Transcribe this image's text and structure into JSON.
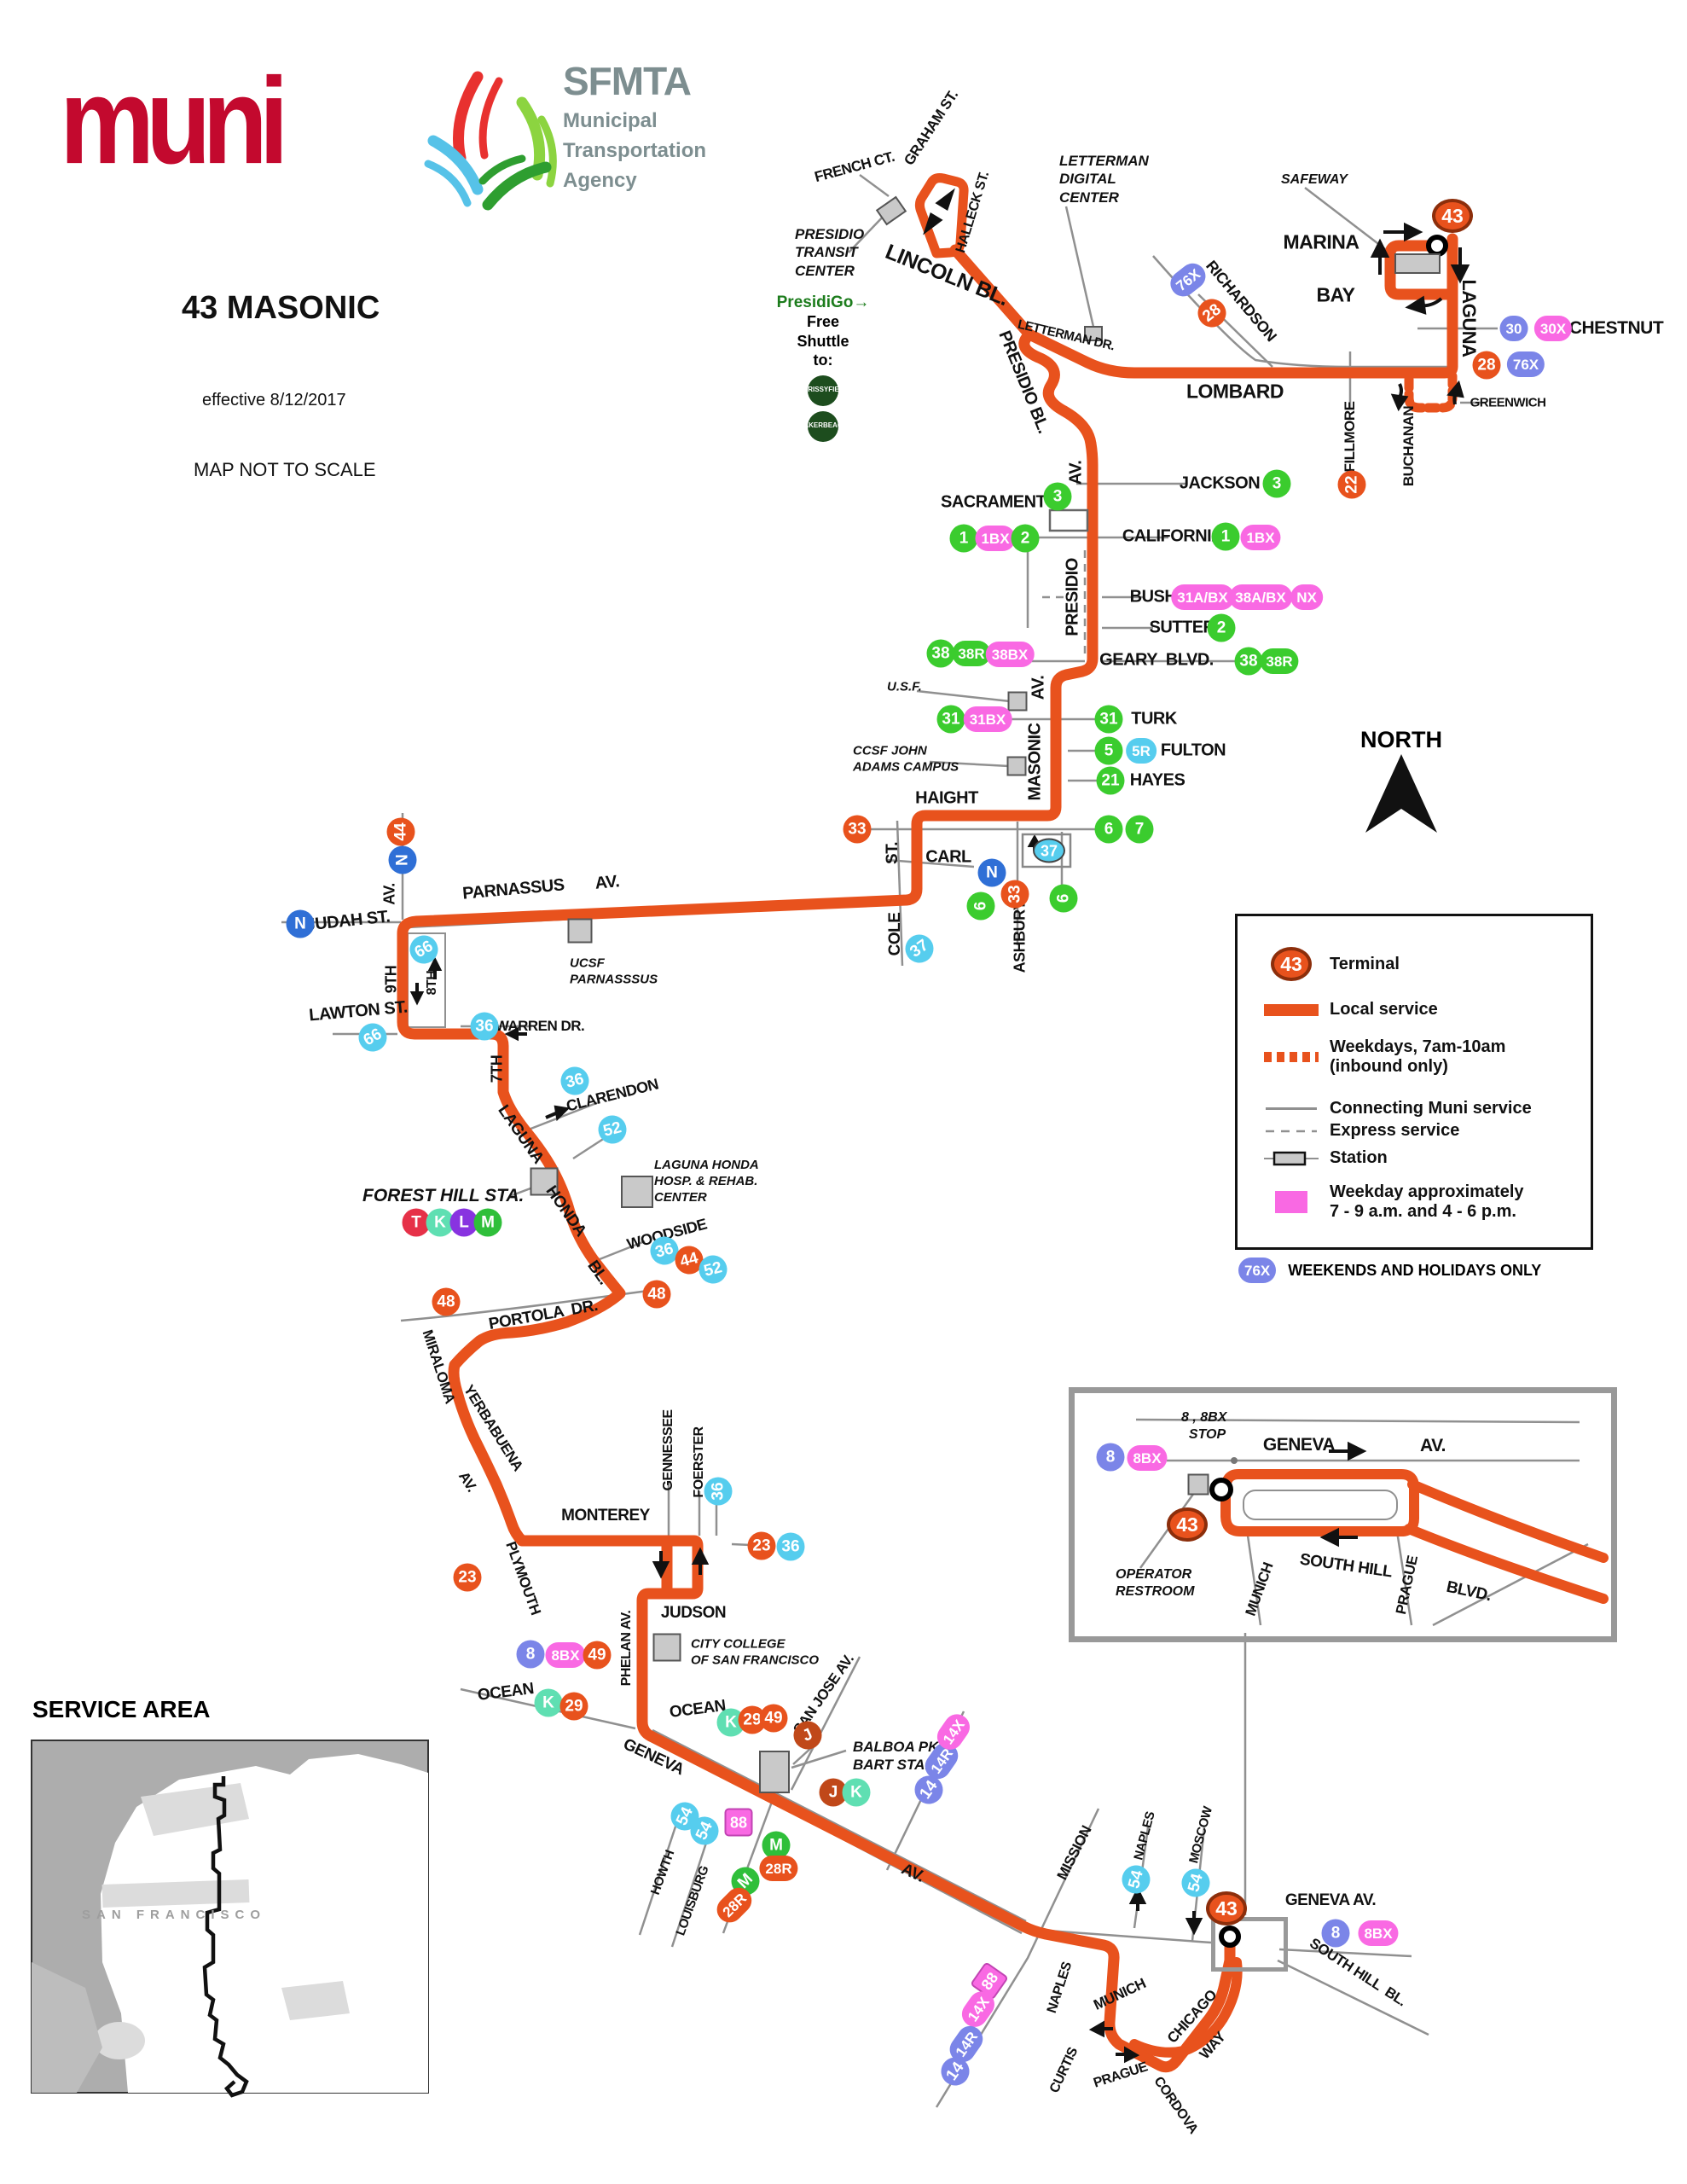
{
  "header": {
    "muni_logo": "muni",
    "agency": "SFMTA",
    "agency_sub": [
      "Municipal",
      "Transportation",
      "Agency"
    ]
  },
  "title": {
    "route_name": "43 MASONIC",
    "effective": "effective 8/12/2017",
    "scale_note": "MAP NOT TO SCALE"
  },
  "north_label": "NORTH",
  "legend": {
    "terminal_badge": "43",
    "rows": {
      "terminal": "Terminal",
      "local": "Local service",
      "weekdays1": "Weekdays, 7am-10am",
      "weekdays2": "(inbound only)",
      "connecting": "Connecting Muni service",
      "express": "Express service",
      "station": "Station",
      "pink1": "Weekday approximately",
      "pink2": "7 - 9 a.m. and 4 - 6 p.m."
    }
  },
  "note_76x": {
    "badge": "76X",
    "text": "WEEKENDS AND HOLIDAYS ONLY"
  },
  "service_area": {
    "title": "SERVICE AREA",
    "city": "SAN FRANCISCO"
  },
  "presidigo": {
    "brand": "PresidiGo→",
    "lines": [
      "Free",
      "Shuttle",
      "to:"
    ],
    "stops": [
      [
        "CHRISSY",
        "FIELD"
      ],
      [
        "BAKER",
        "BEACH"
      ]
    ]
  },
  "colors": {
    "or": "#E8521D",
    "gr": "#3BCC2E",
    "cy": "#56CDEE",
    "pk": "#F969E3",
    "pe": "#7B85E8",
    "bl": "#2F6FD6",
    "mi": "#5FDFB2",
    "re": "#E63148",
    "pu": "#8833E0",
    "mg": "#2FBF3A",
    "ru": "#C04819",
    "route": "#E8521D",
    "gray_line": "#909090",
    "station_fill": "#C9C9C9"
  },
  "map": {
    "streets": [
      [
        "FRENCH CT.",
        1002,
        196,
        -15,
        17
      ],
      [
        "GRAHAM ST.",
        1092,
        150,
        -57,
        17
      ],
      [
        "HALLECK ST.",
        1141,
        249,
        -73,
        16
      ],
      [
        "LINCOLN BL.",
        1110,
        323,
        22,
        25
      ],
      [
        "LETTERMAN DR.",
        1250,
        393,
        13,
        15
      ],
      [
        "PRESIDIO BL.",
        1200,
        448,
        68,
        20
      ],
      [
        "RICHARDSON",
        1455,
        353,
        50,
        18
      ],
      [
        "LOMBARD",
        1448,
        459,
        0,
        23
      ],
      [
        "MARINA",
        1549,
        284,
        0,
        23
      ],
      [
        "BAY",
        1566,
        346,
        0,
        23
      ],
      [
        "LAGUNA",
        1722,
        373,
        90,
        22
      ],
      [
        "CHESTNUT",
        1895,
        385,
        0,
        21
      ],
      [
        "GREENWICH",
        1768,
        472,
        0,
        15
      ],
      [
        "FILLMORE",
        1583,
        512,
        -90,
        17
      ],
      [
        "BUCHANAN",
        1652,
        523,
        -90,
        17
      ],
      [
        "JACKSON",
        1430,
        567,
        0,
        20
      ],
      [
        "SACRAMENTO",
        1172,
        589,
        0,
        20
      ],
      [
        "CALIFORNIA",
        1375,
        629,
        0,
        20
      ],
      [
        "AV.",
        1262,
        554,
        -90,
        20
      ],
      [
        "PRESIDIO",
        1258,
        700,
        -90,
        20
      ],
      [
        "BUSH",
        1352,
        700,
        0,
        20
      ],
      [
        "SUTTER",
        1386,
        736,
        0,
        20
      ],
      [
        "GEARY  BLVD.",
        1356,
        774,
        0,
        20
      ],
      [
        "AV.",
        1218,
        806,
        -90,
        20
      ],
      [
        "MASONIC",
        1214,
        893,
        -90,
        20
      ],
      [
        "TURK",
        1353,
        843,
        0,
        20
      ],
      [
        "FULTON",
        1399,
        880,
        0,
        20
      ],
      [
        "HAYES",
        1357,
        915,
        0,
        20
      ],
      [
        "HAIGHT",
        1110,
        936,
        0,
        20
      ],
      [
        "CARL",
        1112,
        1005,
        0,
        20
      ],
      [
        "ST.",
        1047,
        1000,
        -90,
        19
      ],
      [
        "COLE",
        1050,
        1095,
        -90,
        19
      ],
      [
        "ASHBURY",
        1196,
        1098,
        -90,
        18
      ],
      [
        "PARNASSUS",
        602,
        1043,
        -5,
        20
      ],
      [
        "AV.",
        712,
        1035,
        -5,
        20
      ],
      [
        "JUDAH ST.",
        408,
        1080,
        -6,
        20
      ],
      [
        "AV.",
        457,
        1048,
        -90,
        18
      ],
      [
        "9TH",
        459,
        1148,
        -90,
        18
      ],
      [
        "8TH",
        507,
        1152,
        -90,
        16
      ],
      [
        "LAWTON ST.",
        420,
        1186,
        -5,
        20
      ],
      [
        "WARREN DR.",
        633,
        1203,
        0,
        17
      ],
      [
        "CLARENDON",
        718,
        1284,
        -14,
        18
      ],
      [
        "7TH",
        583,
        1253,
        -90,
        18
      ],
      [
        "LAGUNA",
        610,
        1330,
        55,
        19
      ],
      [
        "HONDA",
        663,
        1420,
        55,
        19
      ],
      [
        "BL.",
        701,
        1492,
        55,
        19
      ],
      [
        "PORTOLA  DR.",
        637,
        1542,
        -10,
        19
      ],
      [
        "MIRALOMA",
        514,
        1602,
        72,
        17
      ],
      [
        "YERBABUENA",
        578,
        1674,
        58,
        17
      ],
      [
        "AV.",
        548,
        1737,
        58,
        17
      ],
      [
        "WOODSIDE",
        782,
        1447,
        -15,
        18
      ],
      [
        "PLYMOUTH",
        613,
        1850,
        70,
        17
      ],
      [
        "MONTEREY",
        710,
        1777,
        0,
        19
      ],
      [
        "GENNESSEE",
        784,
        1700,
        -90,
        16
      ],
      [
        "FOERSTER",
        820,
        1714,
        -90,
        16
      ],
      [
        "JUDSON",
        813,
        1891,
        0,
        19
      ],
      [
        "PHELAN AV.",
        735,
        1932,
        -90,
        16
      ],
      [
        "OCEAN",
        593,
        1984,
        -7,
        19
      ],
      [
        "OCEAN",
        818,
        2004,
        -7,
        19
      ],
      [
        "GENEVA",
        766,
        2060,
        25,
        19
      ],
      [
        "SAN JOSE AV.",
        966,
        1986,
        -55,
        17
      ],
      [
        "HOWTH",
        777,
        2195,
        -70,
        15
      ],
      [
        "LOUISBURG",
        812,
        2228,
        -70,
        15
      ],
      [
        "MISSION",
        1260,
        2172,
        -63,
        17
      ],
      [
        "NAPLES",
        1342,
        2152,
        -75,
        15
      ],
      [
        "MOSCOW",
        1408,
        2151,
        -75,
        15
      ],
      [
        "AV.",
        1070,
        2196,
        25,
        19
      ],
      [
        "NAPLES",
        1243,
        2330,
        -72,
        16
      ],
      [
        "MUNICH",
        1313,
        2338,
        -25,
        17
      ],
      [
        "CURTIS",
        1248,
        2427,
        -65,
        16
      ],
      [
        "PRAGUE",
        1314,
        2433,
        -18,
        16
      ],
      [
        "CORDOVA",
        1378,
        2468,
        55,
        16
      ],
      [
        "CHICAGO",
        1398,
        2364,
        -48,
        17
      ],
      [
        "WAY",
        1422,
        2398,
        -48,
        17
      ],
      [
        "SOUTH HILL  BL.",
        1592,
        2312,
        33,
        17
      ],
      [
        "GENEVA AV.",
        1560,
        2228,
        0,
        19
      ],
      [
        "GENEVA",
        1523,
        1694,
        0,
        21
      ],
      [
        "AV.",
        1680,
        1695,
        0,
        21
      ],
      [
        "MUNICH",
        1477,
        1863,
        -70,
        17
      ],
      [
        "SOUTH HILL",
        1578,
        1836,
        8,
        19
      ],
      [
        "PRAGUE",
        1650,
        1858,
        -78,
        17
      ],
      [
        "BLVD.",
        1722,
        1866,
        12,
        19
      ]
    ],
    "landmarks": [
      [
        932,
        296,
        [
          "PRESIDIO",
          "TRANSIT",
          "CENTER"
        ],
        17
      ],
      [
        1242,
        210,
        [
          "LETTERMAN",
          "DIGITAL",
          "CENTER"
        ],
        17
      ],
      [
        1502,
        211,
        [
          "SAFEWAY"
        ],
        16
      ],
      [
        1040,
        806,
        [
          "U.S.F."
        ],
        15
      ],
      [
        1000,
        890,
        [
          "CCSF JOHN",
          "ADAMS CAMPUS"
        ],
        15
      ],
      [
        668,
        1139,
        [
          "UCSF",
          "PARNASSSUS"
        ],
        15
      ],
      [
        425,
        1402,
        [
          "FOREST HILL STA."
        ],
        21
      ],
      [
        767,
        1385,
        [
          "LAGUNA HONDA",
          "HOSP. & REHAB.",
          "CENTER"
        ],
        15
      ],
      [
        810,
        1937,
        [
          "CITY COLLEGE",
          "OF SAN FRANCISCO"
        ],
        15
      ],
      [
        1000,
        2058,
        [
          "BALBOA PK.",
          "BART STA."
        ],
        17
      ],
      [
        1308,
        1856,
        [
          "OPERATOR",
          "RESTROOM"
        ],
        16
      ],
      [
        1385,
        1672,
        [
          "8 , 8BX",
          "  STOP"
        ],
        16
      ]
    ],
    "badges": [
      [
        "43",
        1703,
        253,
        "or",
        "bt"
      ],
      [
        "30",
        1775,
        385,
        "pe",
        "bp"
      ],
      [
        "30X",
        1821,
        385,
        "pk",
        "bp"
      ],
      [
        "28",
        1743,
        428,
        "or",
        "bc"
      ],
      [
        "76X",
        1789,
        427,
        "pe",
        "bp"
      ],
      [
        "76X",
        1393,
        328,
        "pe",
        "bp",
        -38
      ],
      [
        "28",
        1421,
        367,
        "or",
        "bc",
        -38
      ],
      [
        "22",
        1585,
        568,
        "or",
        "bc",
        -90
      ],
      [
        "3",
        1497,
        567,
        "gr",
        "bc"
      ],
      [
        "3",
        1240,
        582,
        "gr",
        "bc"
      ],
      [
        "1",
        1130,
        631,
        "gr",
        "bc"
      ],
      [
        "1BX",
        1167,
        631,
        "pk",
        "bp"
      ],
      [
        "2",
        1202,
        631,
        "gr",
        "bc"
      ],
      [
        "1",
        1437,
        629,
        "gr",
        "bc"
      ],
      [
        "1BX",
        1478,
        630,
        "pk",
        "bp"
      ],
      [
        "31A/BX",
        1410,
        700,
        "pk",
        "bp"
      ],
      [
        "38A/BX",
        1478,
        700,
        "pk",
        "bp"
      ],
      [
        "NX",
        1532,
        700,
        "pk",
        "bp"
      ],
      [
        "2",
        1432,
        736,
        "gr",
        "bc"
      ],
      [
        "38",
        1103,
        766,
        "gr",
        "bc"
      ],
      [
        "38R",
        1139,
        766,
        "gr",
        "bp"
      ],
      [
        "38BX",
        1184,
        767,
        "pk",
        "bp"
      ],
      [
        "38",
        1464,
        775,
        "gr",
        "bc"
      ],
      [
        "38R",
        1500,
        775,
        "gr",
        "bp"
      ],
      [
        "31",
        1115,
        843,
        "gr",
        "bc"
      ],
      [
        "31BX",
        1158,
        843,
        "pk",
        "bp"
      ],
      [
        "31",
        1300,
        843,
        "gr",
        "bc"
      ],
      [
        "5",
        1300,
        880,
        "gr",
        "bc"
      ],
      [
        "5R",
        1338,
        880,
        "cy",
        "bp"
      ],
      [
        "21",
        1302,
        915,
        "gr",
        "bc"
      ],
      [
        "33",
        1005,
        972,
        "or",
        "bc"
      ],
      [
        "6",
        1300,
        972,
        "gr",
        "bc"
      ],
      [
        "7",
        1336,
        972,
        "gr",
        "bc"
      ],
      [
        "37",
        1230,
        997,
        "cy",
        "bo"
      ],
      [
        "N",
        1163,
        1023,
        "bl",
        "bc"
      ],
      [
        "33",
        1190,
        1048,
        "or",
        "bc",
        -90
      ],
      [
        "6",
        1150,
        1062,
        "gr",
        "bc",
        -90
      ],
      [
        "6",
        1247,
        1053,
        "gr",
        "bc",
        -90
      ],
      [
        "37",
        1078,
        1112,
        "cy",
        "bc",
        -35
      ],
      [
        "44",
        470,
        975,
        "or",
        "bc",
        -90
      ],
      [
        "N",
        472,
        1008,
        "bl",
        "bc",
        -90
      ],
      [
        "N",
        352,
        1083,
        "bl",
        "bc"
      ],
      [
        "66",
        497,
        1113,
        "cy",
        "bc",
        -30
      ],
      [
        "66",
        437,
        1216,
        "cy",
        "bc",
        -30
      ],
      [
        "36",
        568,
        1203,
        "cy",
        "bc"
      ],
      [
        "36",
        674,
        1267,
        "cy",
        "bc",
        -15
      ],
      [
        "52",
        718,
        1324,
        "cy",
        "bc",
        -15
      ],
      [
        "T",
        488,
        1433,
        "re",
        "bc"
      ],
      [
        "K",
        516,
        1433,
        "mi",
        "bc"
      ],
      [
        "L",
        544,
        1433,
        "pu",
        "bc"
      ],
      [
        "M",
        572,
        1433,
        "mg",
        "bc"
      ],
      [
        "36",
        779,
        1466,
        "cy",
        "bc",
        -15
      ],
      [
        "44",
        808,
        1477,
        "or",
        "bc",
        -15
      ],
      [
        "52",
        836,
        1488,
        "cy",
        "bc",
        -15
      ],
      [
        "48",
        523,
        1526,
        "or",
        "bc"
      ],
      [
        "48",
        770,
        1517,
        "or",
        "bc"
      ],
      [
        "36",
        842,
        1748,
        "cy",
        "bc",
        -90
      ],
      [
        "23",
        893,
        1812,
        "or",
        "bc"
      ],
      [
        "36",
        927,
        1813,
        "cy",
        "bc"
      ],
      [
        "23",
        548,
        1849,
        "or",
        "bc"
      ],
      [
        "8",
        622,
        1939,
        "pe",
        "bc"
      ],
      [
        "8BX",
        663,
        1940,
        "pk",
        "bp"
      ],
      [
        "49",
        700,
        1940,
        "or",
        "bc"
      ],
      [
        "K",
        643,
        1996,
        "mi",
        "bc"
      ],
      [
        "29",
        673,
        2000,
        "or",
        "bc"
      ],
      [
        "K",
        857,
        2019,
        "mi",
        "bc"
      ],
      [
        "29",
        882,
        2016,
        "or",
        "bc"
      ],
      [
        "49",
        907,
        2014,
        "or",
        "bc"
      ],
      [
        "J",
        947,
        2034,
        "ru",
        "bc",
        -25
      ],
      [
        "J",
        977,
        2101,
        "ru",
        "bc"
      ],
      [
        "K",
        1004,
        2101,
        "mi",
        "bc"
      ],
      [
        "14",
        1089,
        2098,
        "pe",
        "bc",
        -55
      ],
      [
        "14R",
        1104,
        2064,
        "pe",
        "bp",
        -55
      ],
      [
        "14X",
        1118,
        2030,
        "pk",
        "bp",
        -55
      ],
      [
        "54",
        803,
        2129,
        "cy",
        "bc",
        -65
      ],
      [
        "54",
        826,
        2146,
        "cy",
        "bc",
        -65
      ],
      [
        "88",
        866,
        2136,
        "pk",
        "bs"
      ],
      [
        "M",
        910,
        2163,
        "mg",
        "bc"
      ],
      [
        "28R",
        913,
        2190,
        "or",
        "bp"
      ],
      [
        "M",
        874,
        2205,
        "mg",
        "bc",
        -45
      ],
      [
        "28R",
        861,
        2233,
        "or",
        "bp",
        -45
      ],
      [
        "54",
        1332,
        2203,
        "cy",
        "bc",
        -75
      ],
      [
        "54",
        1402,
        2207,
        "cy",
        "bc",
        -75
      ],
      [
        "88",
        1160,
        2322,
        "pk",
        "bs",
        -55
      ],
      [
        "14X",
        1147,
        2355,
        "pk",
        "bp",
        -55
      ],
      [
        "14R",
        1133,
        2396,
        "pe",
        "bp",
        -55
      ],
      [
        "14",
        1120,
        2428,
        "pe",
        "bc",
        -55
      ],
      [
        "43",
        1438,
        2237,
        "or",
        "bt"
      ],
      [
        "8",
        1566,
        2266,
        "pe",
        "bc"
      ],
      [
        "8BX",
        1616,
        2266,
        "pk",
        "bp"
      ],
      [
        "8",
        1302,
        1708,
        "pe",
        "bc"
      ],
      [
        "8BX",
        1345,
        1709,
        "pk",
        "bp"
      ],
      [
        "43",
        1392,
        1787,
        "or",
        "bt"
      ]
    ],
    "stations": [
      [
        1045,
        247,
        27,
        20,
        -35
      ],
      [
        1282,
        391,
        20,
        16,
        0
      ],
      [
        1662,
        309,
        52,
        22,
        0
      ],
      [
        1193,
        822,
        21,
        21,
        0
      ],
      [
        1192,
        898,
        21,
        21,
        0
      ],
      [
        680,
        1091,
        27,
        27,
        0
      ],
      [
        638,
        1385,
        31,
        31,
        0
      ],
      [
        747,
        1397,
        36,
        36,
        0
      ],
      [
        782,
        1931,
        31,
        31,
        0
      ],
      [
        908,
        2077,
        34,
        48,
        0
      ],
      [
        1405,
        1740,
        23,
        23,
        0
      ]
    ]
  }
}
